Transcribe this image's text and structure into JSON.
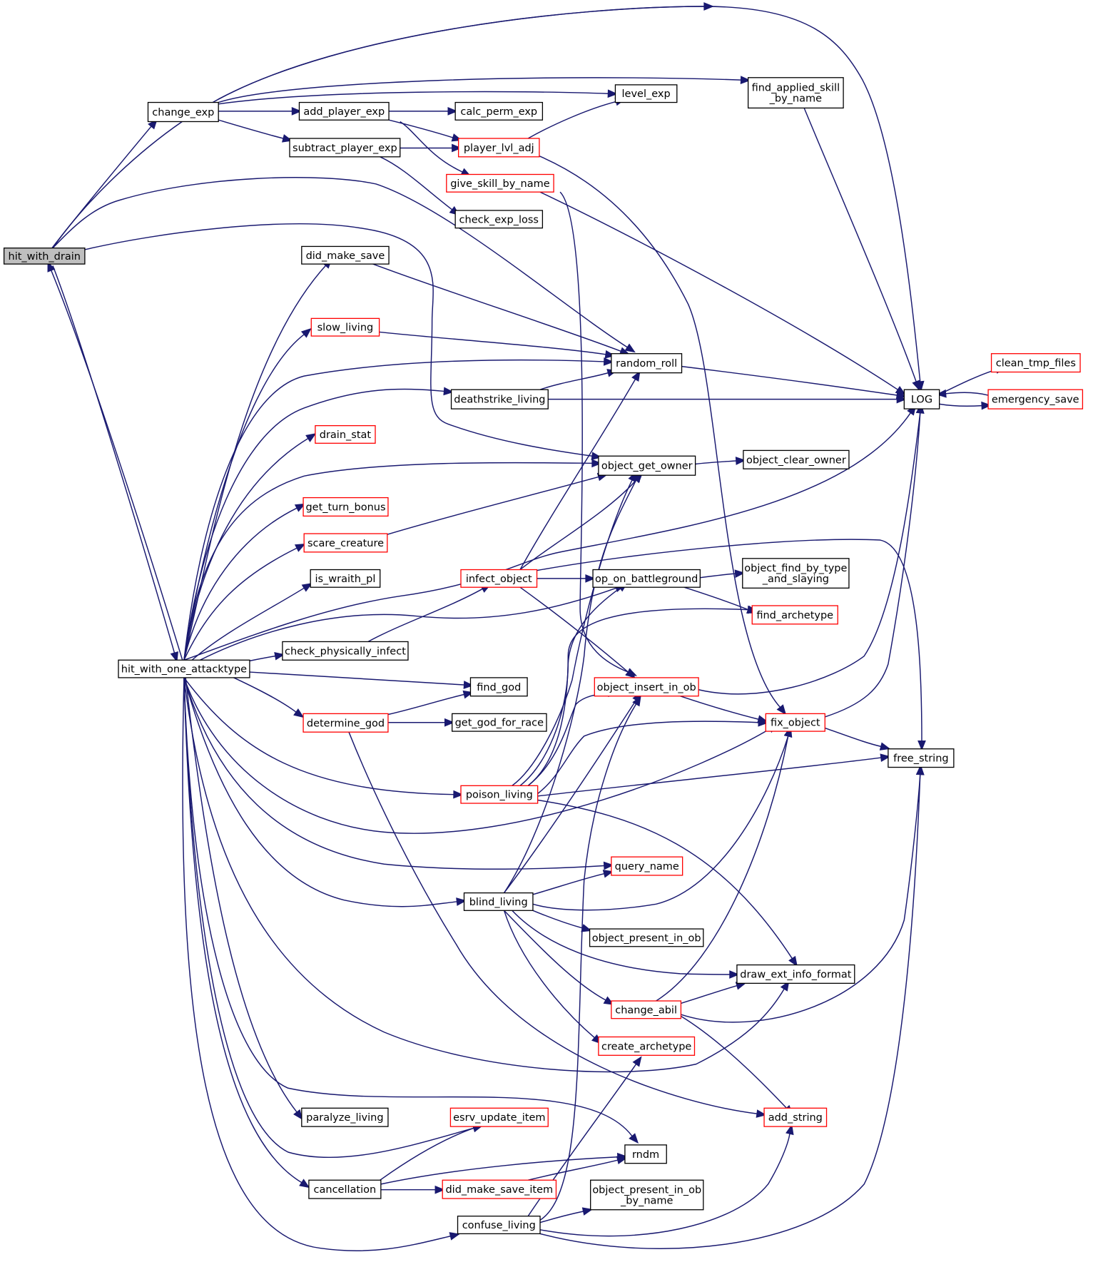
{
  "colors": {
    "edge": "#191970",
    "node_border_default": "#000000",
    "node_border_truncated": "#ff0000",
    "node_fill_root": "#bfbfbf",
    "node_fill": "#ffffff"
  },
  "nodes": [
    {
      "id": "hit_with_drain",
      "lines": [
        "hit_with_drain"
      ],
      "style": "root"
    },
    {
      "id": "change_exp",
      "lines": [
        "change_exp"
      ],
      "style": "normal"
    },
    {
      "id": "add_player_exp",
      "lines": [
        "add_player_exp"
      ],
      "style": "normal"
    },
    {
      "id": "subtract_player_exp",
      "lines": [
        "subtract_player_exp"
      ],
      "style": "normal"
    },
    {
      "id": "calc_perm_exp",
      "lines": [
        "calc_perm_exp"
      ],
      "style": "normal"
    },
    {
      "id": "level_exp",
      "lines": [
        "level_exp"
      ],
      "style": "normal"
    },
    {
      "id": "player_lvl_adj",
      "lines": [
        "player_lvl_adj"
      ],
      "style": "truncated"
    },
    {
      "id": "give_skill_by_name",
      "lines": [
        "give_skill_by_name"
      ],
      "style": "truncated"
    },
    {
      "id": "check_exp_loss",
      "lines": [
        "check_exp_loss"
      ],
      "style": "normal"
    },
    {
      "id": "find_applied_skill_by_name",
      "lines": [
        "find_applied_skill",
        "_by_name"
      ],
      "style": "normal"
    },
    {
      "id": "LOG",
      "lines": [
        "LOG"
      ],
      "style": "normal"
    },
    {
      "id": "clean_tmp_files",
      "lines": [
        "clean_tmp_files"
      ],
      "style": "truncated"
    },
    {
      "id": "emergency_save",
      "lines": [
        "emergency_save"
      ],
      "style": "truncated"
    },
    {
      "id": "did_make_save",
      "lines": [
        "did_make_save"
      ],
      "style": "normal"
    },
    {
      "id": "slow_living",
      "lines": [
        "slow_living"
      ],
      "style": "truncated"
    },
    {
      "id": "random_roll",
      "lines": [
        "random_roll"
      ],
      "style": "normal"
    },
    {
      "id": "deathstrike_living",
      "lines": [
        "deathstrike_living"
      ],
      "style": "normal"
    },
    {
      "id": "drain_stat",
      "lines": [
        "drain_stat"
      ],
      "style": "truncated"
    },
    {
      "id": "object_get_owner",
      "lines": [
        "object_get_owner"
      ],
      "style": "normal"
    },
    {
      "id": "object_clear_owner",
      "lines": [
        "object_clear_owner"
      ],
      "style": "normal"
    },
    {
      "id": "get_turn_bonus",
      "lines": [
        "get_turn_bonus"
      ],
      "style": "truncated"
    },
    {
      "id": "scare_creature",
      "lines": [
        "scare_creature"
      ],
      "style": "truncated"
    },
    {
      "id": "is_wraith_pl",
      "lines": [
        "is_wraith_pl"
      ],
      "style": "normal"
    },
    {
      "id": "infect_object",
      "lines": [
        "infect_object"
      ],
      "style": "truncated"
    },
    {
      "id": "op_on_battleground",
      "lines": [
        "op_on_battleground"
      ],
      "style": "normal"
    },
    {
      "id": "object_find_by_type_and_slaying",
      "lines": [
        "object_find_by_type",
        "_and_slaying"
      ],
      "style": "normal"
    },
    {
      "id": "find_archetype",
      "lines": [
        "find_archetype"
      ],
      "style": "truncated"
    },
    {
      "id": "check_physically_infect",
      "lines": [
        "check_physically_infect"
      ],
      "style": "normal"
    },
    {
      "id": "hit_with_one_attacktype",
      "lines": [
        "hit_with_one_attacktype"
      ],
      "style": "normal"
    },
    {
      "id": "find_god",
      "lines": [
        "find_god"
      ],
      "style": "normal"
    },
    {
      "id": "object_insert_in_ob",
      "lines": [
        "object_insert_in_ob"
      ],
      "style": "truncated"
    },
    {
      "id": "determine_god",
      "lines": [
        "determine_god"
      ],
      "style": "truncated"
    },
    {
      "id": "get_god_for_race",
      "lines": [
        "get_god_for_race"
      ],
      "style": "normal"
    },
    {
      "id": "fix_object",
      "lines": [
        "fix_object"
      ],
      "style": "truncated"
    },
    {
      "id": "free_string",
      "lines": [
        "free_string"
      ],
      "style": "normal"
    },
    {
      "id": "poison_living",
      "lines": [
        "poison_living"
      ],
      "style": "truncated"
    },
    {
      "id": "query_name",
      "lines": [
        "query_name"
      ],
      "style": "truncated"
    },
    {
      "id": "blind_living",
      "lines": [
        "blind_living"
      ],
      "style": "normal"
    },
    {
      "id": "object_present_in_ob",
      "lines": [
        "object_present_in_ob"
      ],
      "style": "normal"
    },
    {
      "id": "draw_ext_info_format",
      "lines": [
        "draw_ext_info_format"
      ],
      "style": "normal"
    },
    {
      "id": "change_abil",
      "lines": [
        "change_abil"
      ],
      "style": "truncated"
    },
    {
      "id": "create_archetype",
      "lines": [
        "create_archetype"
      ],
      "style": "truncated"
    },
    {
      "id": "paralyze_living",
      "lines": [
        "paralyze_living"
      ],
      "style": "normal"
    },
    {
      "id": "add_string",
      "lines": [
        "add_string"
      ],
      "style": "truncated"
    },
    {
      "id": "esrv_update_item",
      "lines": [
        "esrv_update_item"
      ],
      "style": "truncated"
    },
    {
      "id": "rndm",
      "lines": [
        "rndm"
      ],
      "style": "normal"
    },
    {
      "id": "cancellation",
      "lines": [
        "cancellation"
      ],
      "style": "normal"
    },
    {
      "id": "did_make_save_item",
      "lines": [
        "did_make_save_item"
      ],
      "style": "truncated"
    },
    {
      "id": "object_present_in_ob_by_name",
      "lines": [
        "object_present_in_ob",
        "_by_name"
      ],
      "style": "normal"
    },
    {
      "id": "confuse_living",
      "lines": [
        "confuse_living"
      ],
      "style": "normal"
    }
  ],
  "edges": [
    [
      "hit_with_drain",
      "change_exp"
    ],
    [
      "hit_with_drain",
      "LOG"
    ],
    [
      "hit_with_drain",
      "random_roll"
    ],
    [
      "hit_with_drain",
      "object_get_owner"
    ],
    [
      "hit_with_drain",
      "hit_with_one_attacktype"
    ],
    [
      "change_exp",
      "LOG"
    ],
    [
      "change_exp",
      "find_applied_skill_by_name"
    ],
    [
      "change_exp",
      "level_exp"
    ],
    [
      "change_exp",
      "add_player_exp"
    ],
    [
      "change_exp",
      "subtract_player_exp"
    ],
    [
      "add_player_exp",
      "calc_perm_exp"
    ],
    [
      "add_player_exp",
      "player_lvl_adj"
    ],
    [
      "add_player_exp",
      "give_skill_by_name"
    ],
    [
      "subtract_player_exp",
      "player_lvl_adj"
    ],
    [
      "subtract_player_exp",
      "check_exp_loss"
    ],
    [
      "player_lvl_adj",
      "level_exp"
    ],
    [
      "player_lvl_adj",
      "fix_object"
    ],
    [
      "give_skill_by_name",
      "LOG"
    ],
    [
      "give_skill_by_name",
      "object_insert_in_ob"
    ],
    [
      "find_applied_skill_by_name",
      "LOG"
    ],
    [
      "LOG",
      "clean_tmp_files"
    ],
    [
      "LOG",
      "emergency_save"
    ],
    [
      "emergency_save",
      "LOG"
    ],
    [
      "did_make_save",
      "random_roll"
    ],
    [
      "slow_living",
      "random_roll"
    ],
    [
      "deathstrike_living",
      "random_roll"
    ],
    [
      "deathstrike_living",
      "LOG"
    ],
    [
      "random_roll",
      "LOG"
    ],
    [
      "object_get_owner",
      "object_clear_owner"
    ],
    [
      "scare_creature",
      "object_get_owner"
    ],
    [
      "infect_object",
      "random_roll"
    ],
    [
      "infect_object",
      "object_get_owner"
    ],
    [
      "infect_object",
      "op_on_battleground"
    ],
    [
      "infect_object",
      "free_string"
    ],
    [
      "infect_object",
      "object_insert_in_ob"
    ],
    [
      "op_on_battleground",
      "object_find_by_type_and_slaying"
    ],
    [
      "op_on_battleground",
      "find_archetype"
    ],
    [
      "check_physically_infect",
      "infect_object"
    ],
    [
      "hit_with_one_attacktype",
      "hit_with_drain"
    ],
    [
      "hit_with_one_attacktype",
      "did_make_save"
    ],
    [
      "hit_with_one_attacktype",
      "slow_living"
    ],
    [
      "hit_with_one_attacktype",
      "random_roll"
    ],
    [
      "hit_with_one_attacktype",
      "deathstrike_living"
    ],
    [
      "hit_with_one_attacktype",
      "drain_stat"
    ],
    [
      "hit_with_one_attacktype",
      "object_get_owner"
    ],
    [
      "hit_with_one_attacktype",
      "get_turn_bonus"
    ],
    [
      "hit_with_one_attacktype",
      "scare_creature"
    ],
    [
      "hit_with_one_attacktype",
      "is_wraith_pl"
    ],
    [
      "hit_with_one_attacktype",
      "LOG"
    ],
    [
      "hit_with_one_attacktype",
      "op_on_battleground"
    ],
    [
      "hit_with_one_attacktype",
      "check_physically_infect"
    ],
    [
      "hit_with_one_attacktype",
      "find_god"
    ],
    [
      "hit_with_one_attacktype",
      "determine_god"
    ],
    [
      "hit_with_one_attacktype",
      "poison_living"
    ],
    [
      "hit_with_one_attacktype",
      "fix_object"
    ],
    [
      "hit_with_one_attacktype",
      "query_name"
    ],
    [
      "hit_with_one_attacktype",
      "blind_living"
    ],
    [
      "hit_with_one_attacktype",
      "draw_ext_info_format"
    ],
    [
      "hit_with_one_attacktype",
      "paralyze_living"
    ],
    [
      "hit_with_one_attacktype",
      "esrv_update_item"
    ],
    [
      "hit_with_one_attacktype",
      "rndm"
    ],
    [
      "hit_with_one_attacktype",
      "cancellation"
    ],
    [
      "hit_with_one_attacktype",
      "confuse_living"
    ],
    [
      "determine_god",
      "find_god"
    ],
    [
      "determine_god",
      "get_god_for_race"
    ],
    [
      "determine_god",
      "add_string"
    ],
    [
      "object_insert_in_ob",
      "fix_object"
    ],
    [
      "object_insert_in_ob",
      "LOG"
    ],
    [
      "fix_object",
      "LOG"
    ],
    [
      "fix_object",
      "free_string"
    ],
    [
      "poison_living",
      "object_get_owner"
    ],
    [
      "poison_living",
      "op_on_battleground"
    ],
    [
      "poison_living",
      "find_archetype"
    ],
    [
      "poison_living",
      "object_insert_in_ob"
    ],
    [
      "poison_living",
      "fix_object"
    ],
    [
      "poison_living",
      "free_string"
    ],
    [
      "poison_living",
      "draw_ext_info_format"
    ],
    [
      "blind_living",
      "object_get_owner"
    ],
    [
      "blind_living",
      "object_insert_in_ob"
    ],
    [
      "blind_living",
      "query_name"
    ],
    [
      "blind_living",
      "fix_object"
    ],
    [
      "blind_living",
      "object_present_in_ob"
    ],
    [
      "blind_living",
      "draw_ext_info_format"
    ],
    [
      "blind_living",
      "change_abil"
    ],
    [
      "blind_living",
      "create_archetype"
    ],
    [
      "change_abil",
      "fix_object"
    ],
    [
      "change_abil",
      "draw_ext_info_format"
    ],
    [
      "change_abil",
      "free_string"
    ],
    [
      "change_abil",
      "add_string"
    ],
    [
      "cancellation",
      "esrv_update_item"
    ],
    [
      "cancellation",
      "rndm"
    ],
    [
      "cancellation",
      "did_make_save_item"
    ],
    [
      "did_make_save_item",
      "rndm"
    ],
    [
      "confuse_living",
      "object_insert_in_ob"
    ],
    [
      "confuse_living",
      "create_archetype"
    ],
    [
      "confuse_living",
      "object_present_in_ob_by_name"
    ],
    [
      "confuse_living",
      "add_string"
    ],
    [
      "confuse_living",
      "free_string"
    ]
  ]
}
